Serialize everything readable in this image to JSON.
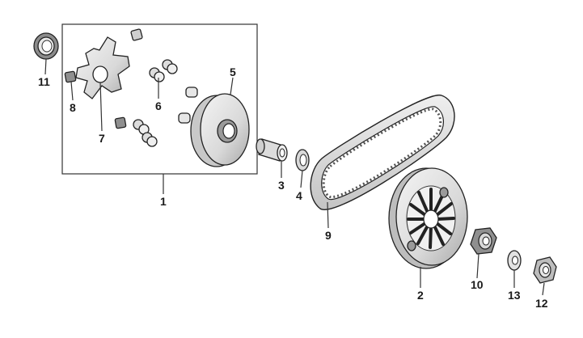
{
  "diagram": {
    "callouts": [
      "1",
      "2",
      "3",
      "4",
      "5",
      "6",
      "7",
      "8",
      "9",
      "10",
      "11",
      "12",
      "13"
    ]
  },
  "colors": {
    "line": "#222222",
    "light_fill": "#f2f2f2",
    "mid_fill": "#d6d6d6",
    "dark_fill": "#9a9a9a",
    "background": "#ffffff"
  }
}
